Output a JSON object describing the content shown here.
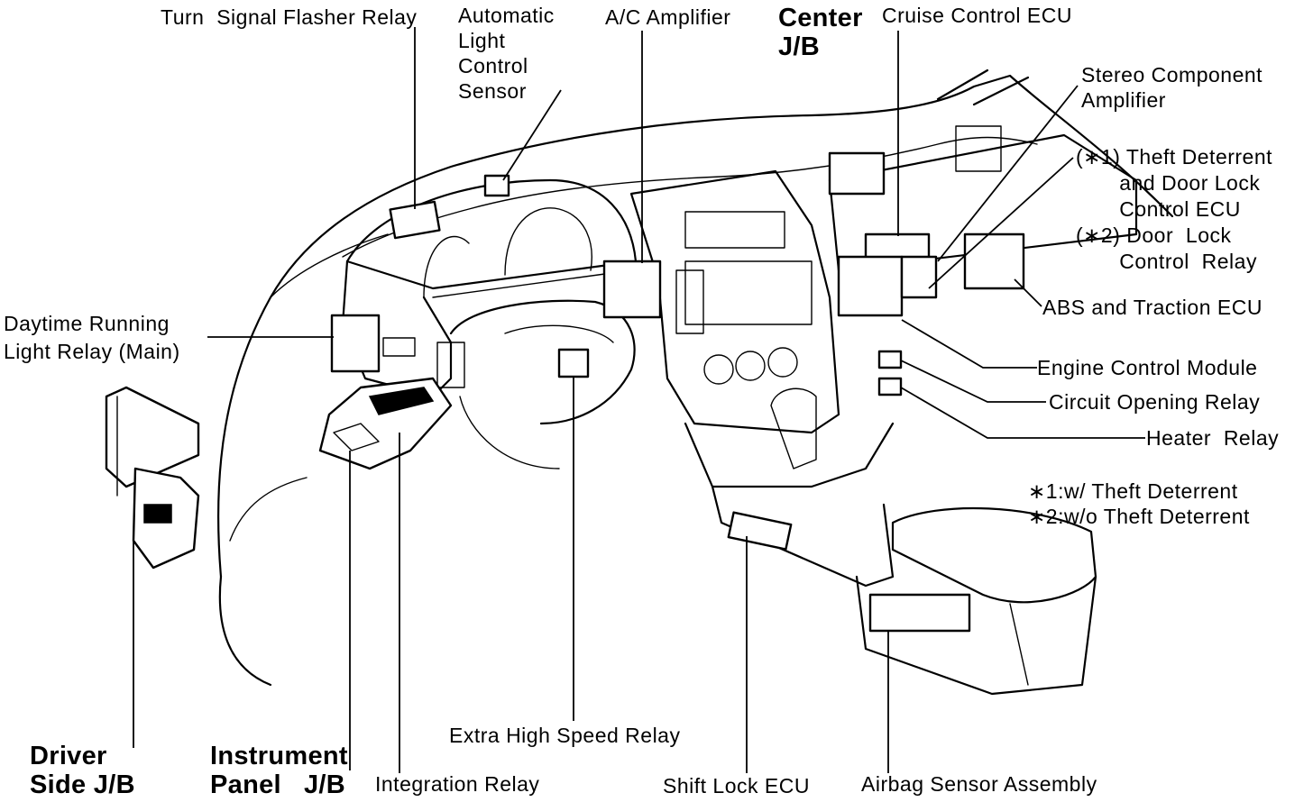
{
  "labels": {
    "turn_signal": "Turn  Signal Flasher Relay",
    "auto_light": "Automatic\nLight\nControl\nSensor",
    "ac_amp": "A/C Amplifier",
    "center_jb": "Center\nJ/B",
    "cruise": "Cruise Control ECU",
    "stereo": "Stereo Component\nAmplifier",
    "theft": "(∗1) Theft Deterrent\n       and Door Lock\n       Control ECU\n(∗2) Door  Lock\n       Control  Relay",
    "abs": "ABS and Traction ECU",
    "drl": "Daytime Running\nLight Relay (Main)",
    "ecm": "Engine Control Module",
    "circuit": "Circuit Opening Relay",
    "heater": "Heater  Relay",
    "notes": "∗1:w/ Theft Deterrent\n∗2:w/o Theft Deterrent",
    "extra_high": "Extra High Speed Relay",
    "driver_jb": "Driver\nSide J/B",
    "instrument_jb": "Instrument\nPanel   J/B",
    "integration": "Integration Relay",
    "shift_lock": "Shift Lock ECU",
    "airbag": "Airbag Sensor Assembly"
  }
}
